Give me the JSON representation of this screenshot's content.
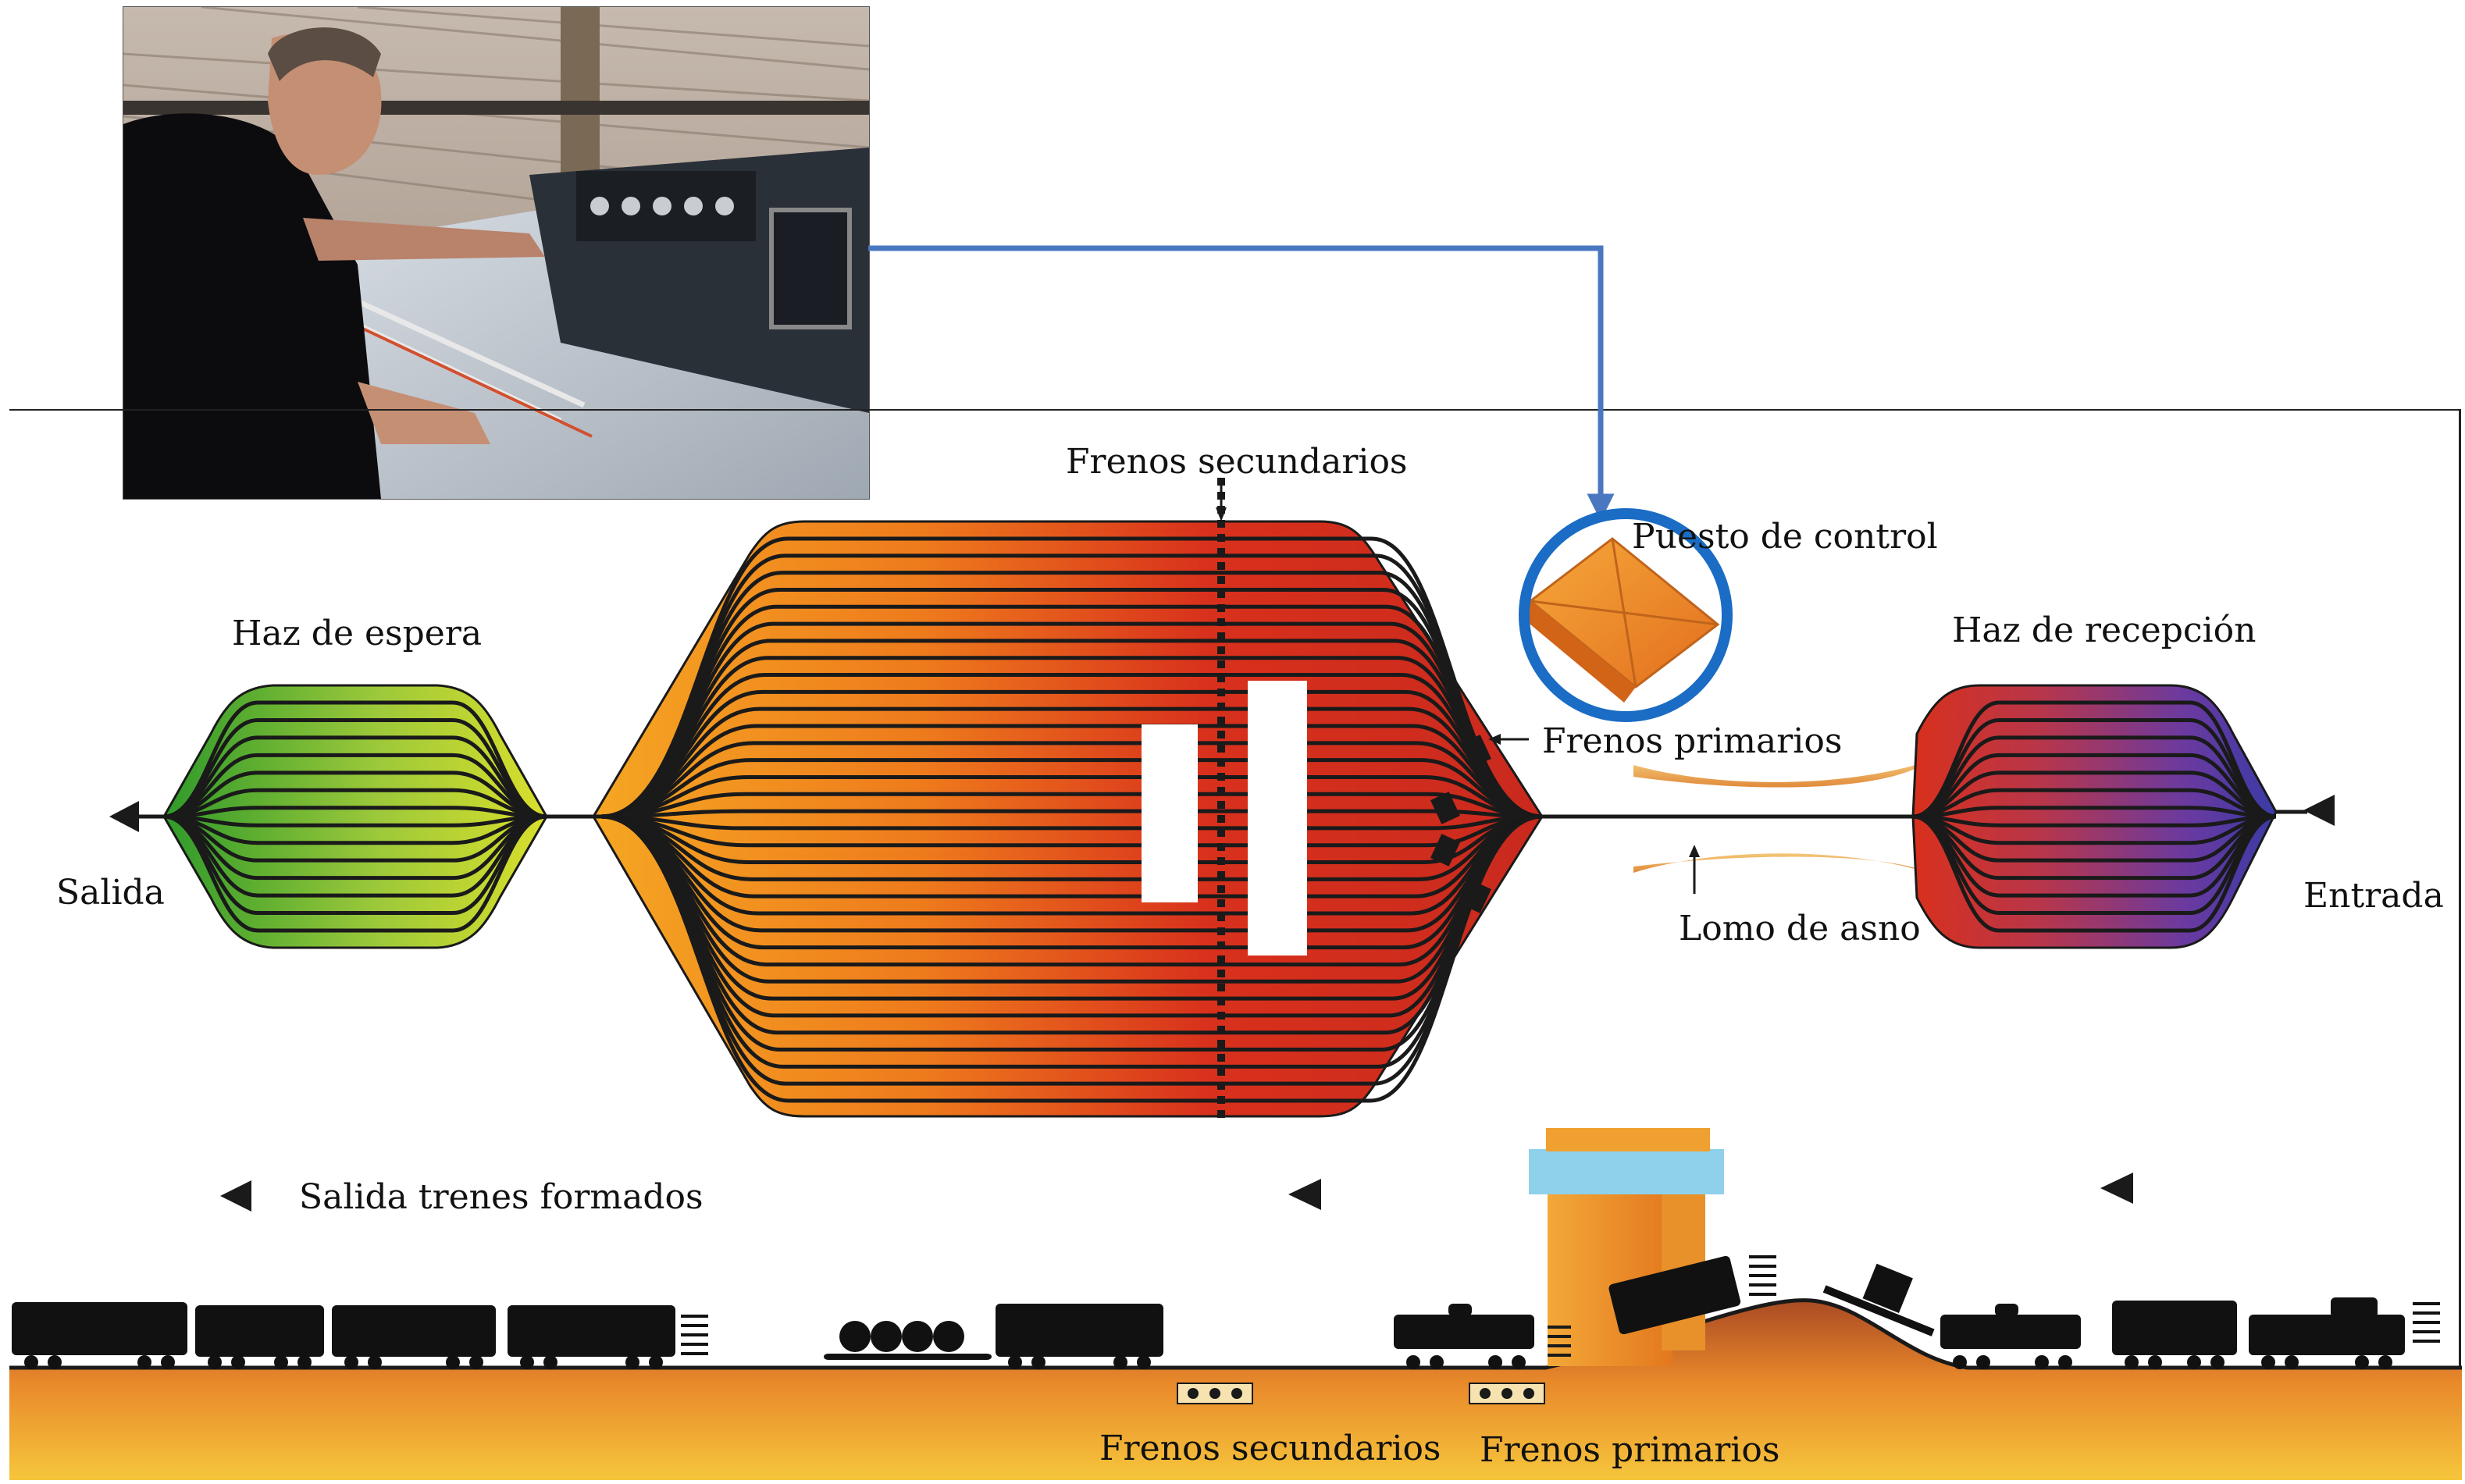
{
  "labels": {
    "frenos_secundarios_top": "Frenos secundarios",
    "puesto_de_control": "Puesto de control",
    "haz_de_espera": "Haz de espera",
    "haz_de_recepcion": "Haz de recepción",
    "frenos_primarios_top": "Frenos primarios",
    "salida": "Salida",
    "entrada": "Entrada",
    "lomo_de_asno": "Lomo de asno",
    "salida_trenes_formados": "Salida trenes formados",
    "frenos_secundarios_bottom": "Frenos secundarios",
    "frenos_primarios_bottom": "Frenos primarios"
  },
  "photo": {
    "icon": "control-operator-photo"
  },
  "colors": {
    "connector": "#4a78c0",
    "highlight_circle": "#1a6cc4",
    "waiting_gradient": [
      "#2f9a2a",
      "#9bc83a",
      "#d9df2c"
    ],
    "sorting_gradient": [
      "#f5a623",
      "#ee7a1c",
      "#d8301c",
      "#c92a1e"
    ],
    "receiving_gradient": [
      "#d8301c",
      "#b8364a",
      "#6a3aa0",
      "#3b3aa6"
    ],
    "ground_gradient": [
      "#b5502a",
      "#e8882a",
      "#f6c63c"
    ],
    "track": "#1a1a1a"
  }
}
